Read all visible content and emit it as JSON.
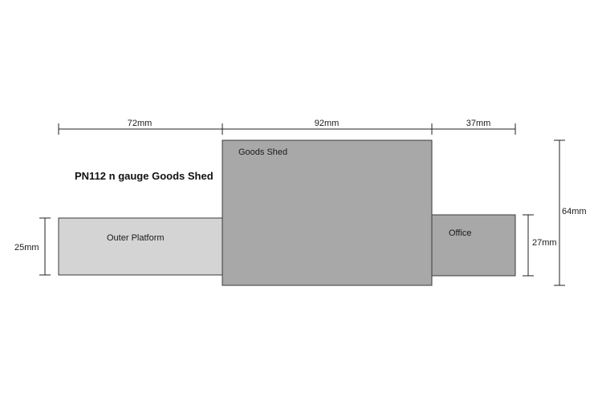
{
  "title": "PN112 n gauge Goods Shed",
  "dimensions": {
    "platform_width": "72mm",
    "shed_width": "92mm",
    "office_width": "37mm",
    "platform_height": "25mm",
    "office_height": "27mm",
    "shed_height": "64mm"
  },
  "blocks": {
    "outer_platform": {
      "label": "Outer Platform",
      "color": "#d4d4d4"
    },
    "goods_shed": {
      "label": "Goods Shed",
      "color": "#a8a8a8"
    },
    "office": {
      "label": "Office",
      "color": "#a8a8a8"
    }
  }
}
